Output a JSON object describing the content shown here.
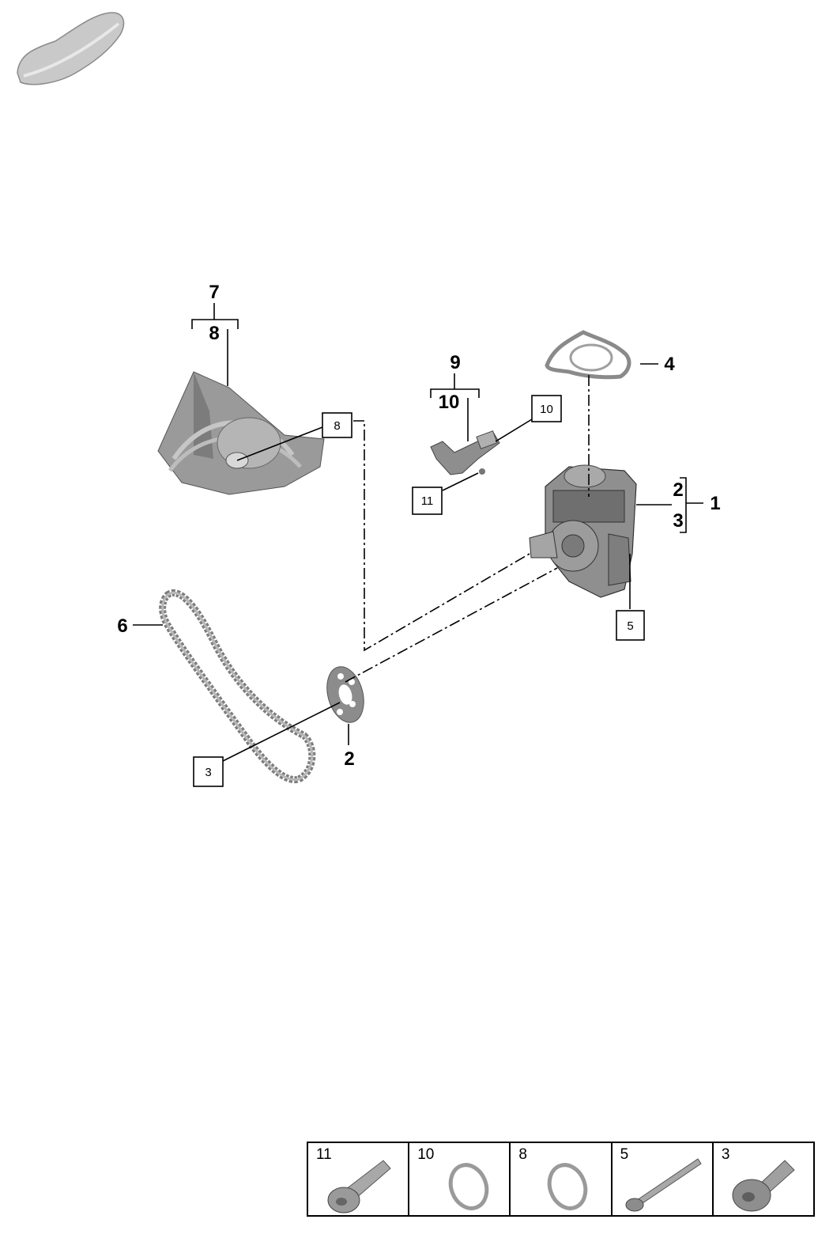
{
  "callouts": {
    "c7": "7",
    "c8": "8",
    "c9": "9",
    "c10": "10",
    "c4": "4",
    "c2a": "2",
    "c3a": "3",
    "c1": "1",
    "c6": "6",
    "c2b": "2"
  },
  "boxed_labels": {
    "b8": "8",
    "b10": "10",
    "b11": "11",
    "b5": "5",
    "b3": "3"
  },
  "legend": {
    "items": [
      {
        "number": "11",
        "icon": "bolt-icon"
      },
      {
        "number": "10",
        "icon": "o-ring-icon"
      },
      {
        "number": "8",
        "icon": "o-ring-icon"
      },
      {
        "number": "5",
        "icon": "long-bolt-icon"
      },
      {
        "number": "3",
        "icon": "collar-bolt-icon"
      }
    ]
  },
  "colors": {
    "part_fill": "#9a9a9a",
    "part_dark": "#6e6e6e",
    "part_light": "#c8c8c8",
    "line": "#000000"
  }
}
